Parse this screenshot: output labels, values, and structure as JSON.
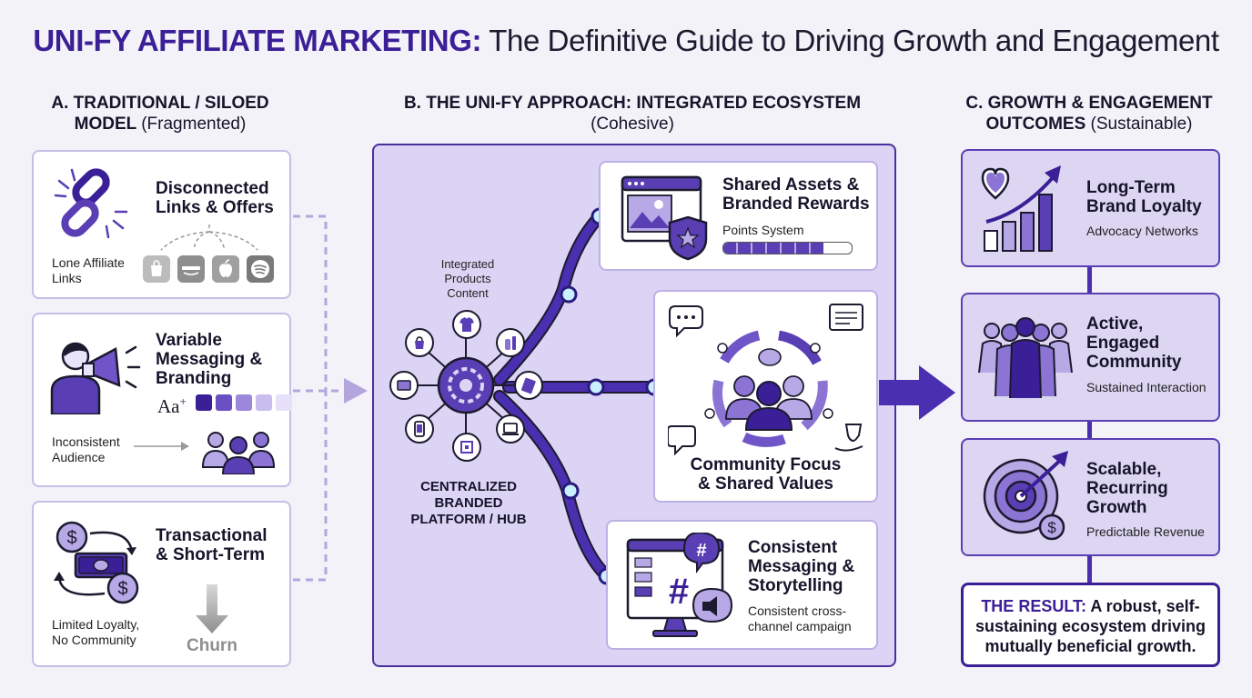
{
  "title": {
    "brand": "UNI-FY AFFILIATE MARKETING:",
    "rest": "The Definitive Guide to Driving Growth and Engagement"
  },
  "colA": {
    "head1": "A. TRADITIONAL / SILOED",
    "head2": "MODEL",
    "head_sub": "(Fragmented)",
    "card1": {
      "title1": "Disconnected",
      "title2": "Links & Offers",
      "caption1": "Lone Affiliate",
      "caption2": "Links",
      "logos": [
        "shopify",
        "amazon",
        "apple",
        "spotify"
      ]
    },
    "card2": {
      "title1": "Variable",
      "title2": "Messaging &",
      "title3": "Branding",
      "font_sample": "Aa",
      "font_plus": "+",
      "caption1": "Inconsistent",
      "caption2": "Audience"
    },
    "card3": {
      "title1": "Transactional",
      "title2": "& Short-Term",
      "caption1": "Limited Loyalty,",
      "caption2": "No Community",
      "churn": "Churn"
    }
  },
  "colB": {
    "head1": "B. THE UNI-FY APPROACH: INTEGRATED ECOSYSTEM",
    "head_sub": "(Cohesive)",
    "hub_label1": "Integrated",
    "hub_label2": "Products",
    "hub_label3": "Content",
    "hub_name1": "CENTRALIZED",
    "hub_name2": "BRANDED",
    "hub_name3": "PLATFORM / HUB",
    "assets": {
      "title1": "Shared Assets &",
      "title2": "Branded Rewards",
      "caption": "Points System",
      "points_level": 0.78
    },
    "community": {
      "title1": "Community Focus",
      "title2": "& Shared Values"
    },
    "messaging": {
      "title1": "Consistent",
      "title2": "Messaging &",
      "title3": "Storytelling",
      "caption1": "Consistent cross-",
      "caption2": "channel campaign"
    }
  },
  "colC": {
    "head1": "C. GROWTH & ENGAGEMENT",
    "head2": "OUTCOMES",
    "head_sub": "(Sustainable)",
    "cards": [
      {
        "title1": "Long-Term",
        "title2": "Brand Loyalty",
        "title3": "",
        "caption": "Advocacy Networks"
      },
      {
        "title1": "Active,",
        "title2": "Engaged",
        "title3": "Community",
        "caption": "Sustained Interaction"
      },
      {
        "title1": "Scalable,",
        "title2": "Recurring",
        "title3": "Growth",
        "caption": "Predictable Revenue"
      }
    ],
    "result": {
      "label": "THE RESULT:",
      "text1": "A robust, self-",
      "text2": "sustaining ecosystem driving",
      "text3": "mutually beneficial growth."
    }
  },
  "colors": {
    "brand": "#3b1f96",
    "accent": "#5a3fb4",
    "light": "#ddd6f3"
  }
}
